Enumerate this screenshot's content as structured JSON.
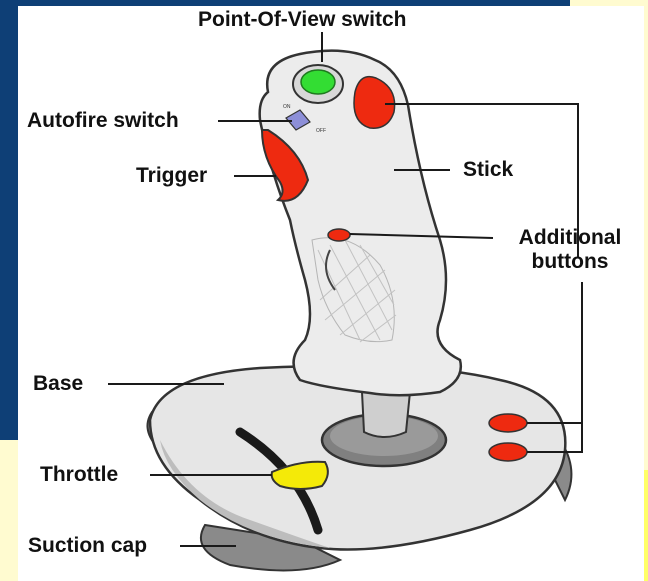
{
  "colors": {
    "navy": "#0e3f76",
    "pale_yellow": "#fffbd0",
    "button_red": "#ee2a10",
    "pov_green": "#33dd33",
    "throttle_yellow": "#f4ea08",
    "autofire_blue": "#8d8fd8"
  },
  "labels": {
    "pov": "Point-Of-View switch",
    "autofire": "Autofire switch",
    "trigger": "Trigger",
    "stick": "Stick",
    "additional_line1": "Additional",
    "additional_line2": "buttons",
    "base": "Base",
    "throttle": "Throttle",
    "suction": "Suction cap"
  },
  "switch_text": {
    "on": "ON",
    "off": "OFF"
  }
}
